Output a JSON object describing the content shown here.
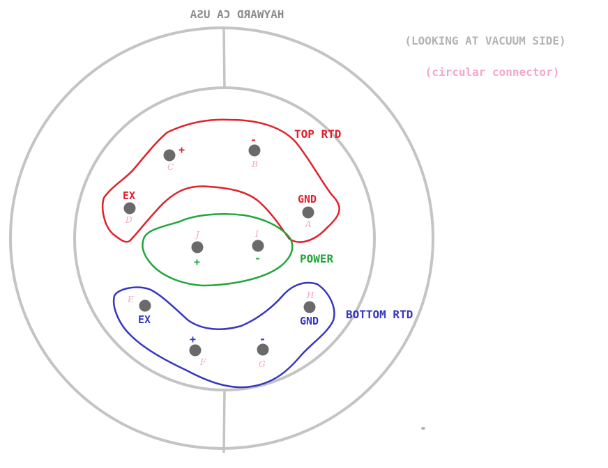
{
  "brand_text": "HAYWARD CA USA",
  "view_note": "(LOOKING AT VACUUM SIDE)",
  "connector_note": "(circular connector)",
  "groups": {
    "top_rtd": {
      "label": "TOP RTD",
      "color": "#e0202a"
    },
    "power": {
      "label": "POWER",
      "color": "#22a53a"
    },
    "bottom_rtd": {
      "label": "BOTTOM RTD",
      "color": "#3636c0"
    }
  },
  "pins": {
    "A": {
      "letter": "A",
      "function": "GND"
    },
    "B": {
      "letter": "B",
      "function": "-"
    },
    "C": {
      "letter": "C",
      "function": "+"
    },
    "D": {
      "letter": "D",
      "function": "EX"
    },
    "E": {
      "letter": "E",
      "function": "EX"
    },
    "F": {
      "letter": "F",
      "function": "+"
    },
    "G": {
      "letter": "G",
      "function": "-"
    },
    "H": {
      "letter": "H",
      "function": "GND"
    },
    "I": {
      "letter": "I",
      "function": "-"
    },
    "J": {
      "letter": "J",
      "function": "+"
    }
  },
  "colors": {
    "ring": "#c4c4c4",
    "pin": "#6a6a6a",
    "pin_letter": "#f0a7c4",
    "note_gray": "#b3b3b3",
    "note_pink": "#f5a6c8",
    "brand_gray": "#8c8c8c"
  }
}
